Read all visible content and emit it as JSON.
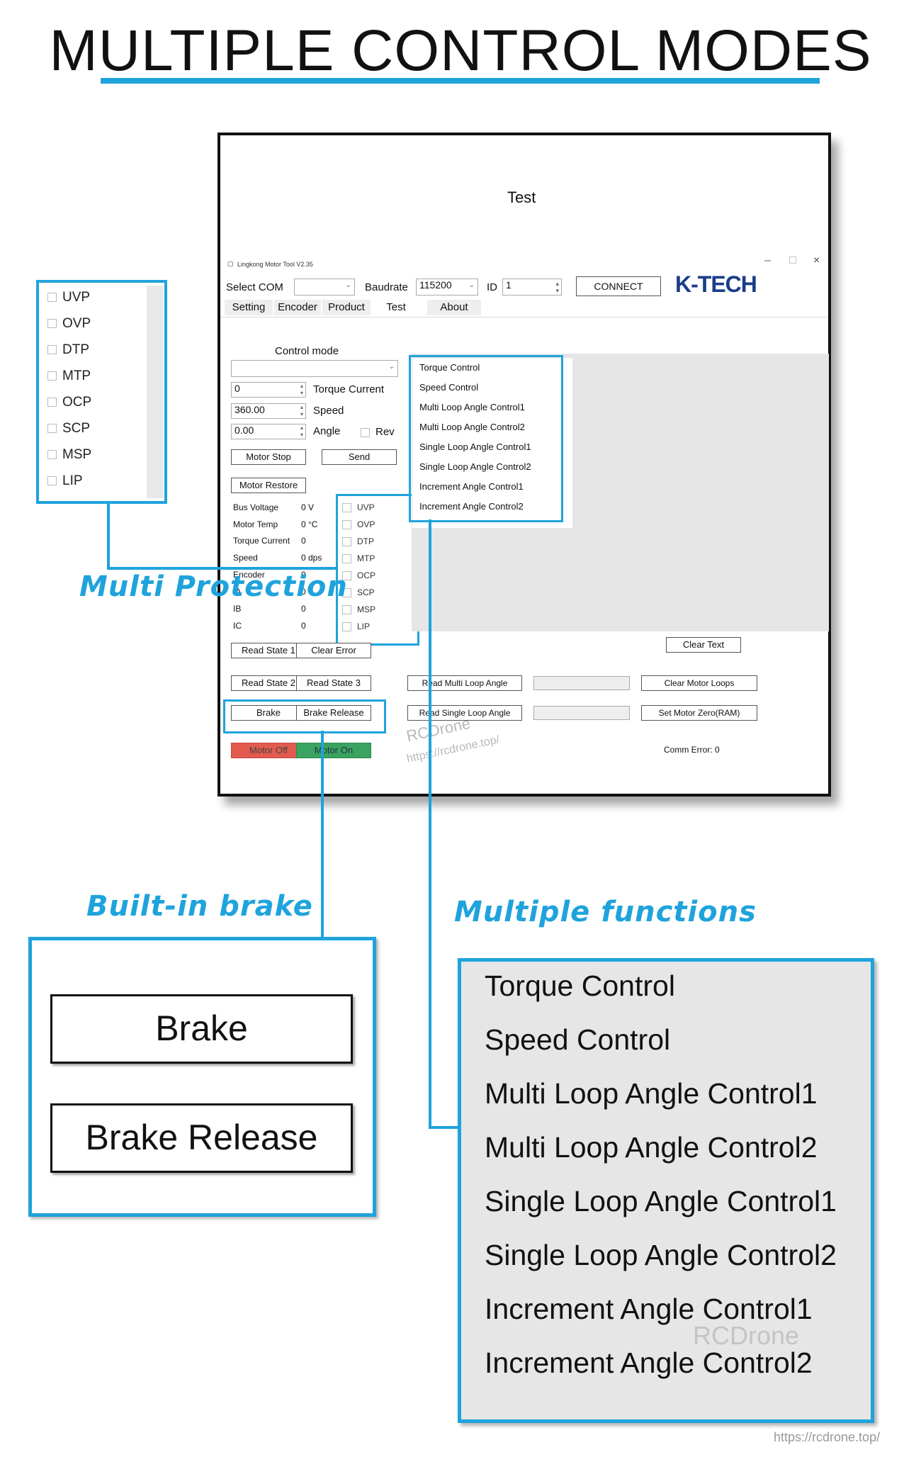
{
  "headline": "MULTIPLE CONTROL MODES",
  "callouts": {
    "multi_protection": "Multi Protection",
    "built_in_brake": "Built-in brake",
    "multiple_functions": "Multiple functions"
  },
  "window": {
    "center_title": "Test",
    "titlebar": "Lingkong  Motor  Tool  V2.35",
    "controls": [
      "–",
      "□",
      "×"
    ],
    "select_com_label": "Select COM",
    "select_com_value": "",
    "baudrate_label": "Baudrate",
    "baudrate_value": "115200",
    "id_label": "ID",
    "id_value": "1",
    "connect_label": "CONNECT",
    "logo": "K-TECH",
    "tabs": [
      "Setting",
      "Encoder",
      "Product",
      "Test",
      "About"
    ],
    "active_tab": "Test",
    "control_mode_label": "Control mode",
    "torque_value": "0",
    "torque_label": "Torque Current",
    "speed_value": "360.00",
    "speed_label": "Speed",
    "angle_value": "0.00",
    "angle_label": "Angle",
    "rev_label": "Rev",
    "motor_stop": "Motor Stop",
    "send": "Send",
    "motor_restore": "Motor Restore",
    "state": [
      {
        "label": "Bus Voltage",
        "value": "0 V"
      },
      {
        "label": "Motor Temp",
        "value": "0 °C"
      },
      {
        "label": "Torque Current",
        "value": "0"
      },
      {
        "label": "Speed",
        "value": "0 dps"
      },
      {
        "label": "Encoder",
        "value": "0"
      },
      {
        "label": "IA",
        "value": "0"
      },
      {
        "label": "IB",
        "value": "0"
      },
      {
        "label": "IC",
        "value": "0"
      }
    ],
    "protections": [
      "UVP",
      "OVP",
      "DTP",
      "MTP",
      "OCP",
      "SCP",
      "MSP",
      "LIP"
    ],
    "dropdown_options": [
      "Torque Control",
      "Speed Control",
      "Multi Loop Angle Control1",
      "Multi Loop Angle Control2",
      "Single Loop Angle Control1",
      "Single Loop Angle Control2",
      "Increment Angle Control1",
      "Increment Angle Control2"
    ],
    "read_state_1": "Read State 1",
    "clear_error": "Clear Error",
    "read_state_2": "Read State 2",
    "read_state_3": "Read State 3",
    "read_multi_loop_angle": "Read Multi Loop Angle",
    "read_single_loop_angle": "Read Single Loop Angle",
    "clear_text": "Clear Text",
    "clear_motor_loops": "Clear Motor Loops",
    "set_motor_zero": "Set Motor Zero(RAM)",
    "brake": "Brake",
    "brake_release": "Brake Release",
    "motor_off": "Motor Off",
    "motor_on": "Motor On",
    "comm_error": "Comm Error:  0",
    "watermark_1": "RCDrone",
    "watermark_2": "https://rcdrone.top/"
  },
  "protection_zoom": [
    "UVP",
    "OVP",
    "DTP",
    "MTP",
    "OCP",
    "SCP",
    "MSP",
    "LIP"
  ],
  "brake_zoom": {
    "brake": "Brake",
    "brake_release": "Brake Release"
  },
  "functions_zoom": [
    "Torque Control",
    "Speed Control",
    "Multi Loop Angle Control1",
    "Multi Loop Angle Control2",
    "Single Loop Angle Control1",
    "Single Loop Angle Control2",
    "Increment Angle Control1",
    "Increment Angle Control2"
  ],
  "footer_watermark": "RCDrone",
  "footer_url": "https://rcdrone.top/",
  "colors": {
    "accent": "#1fa3dc",
    "motor_off": "#e35a4f",
    "motor_on": "#3aa35f"
  }
}
